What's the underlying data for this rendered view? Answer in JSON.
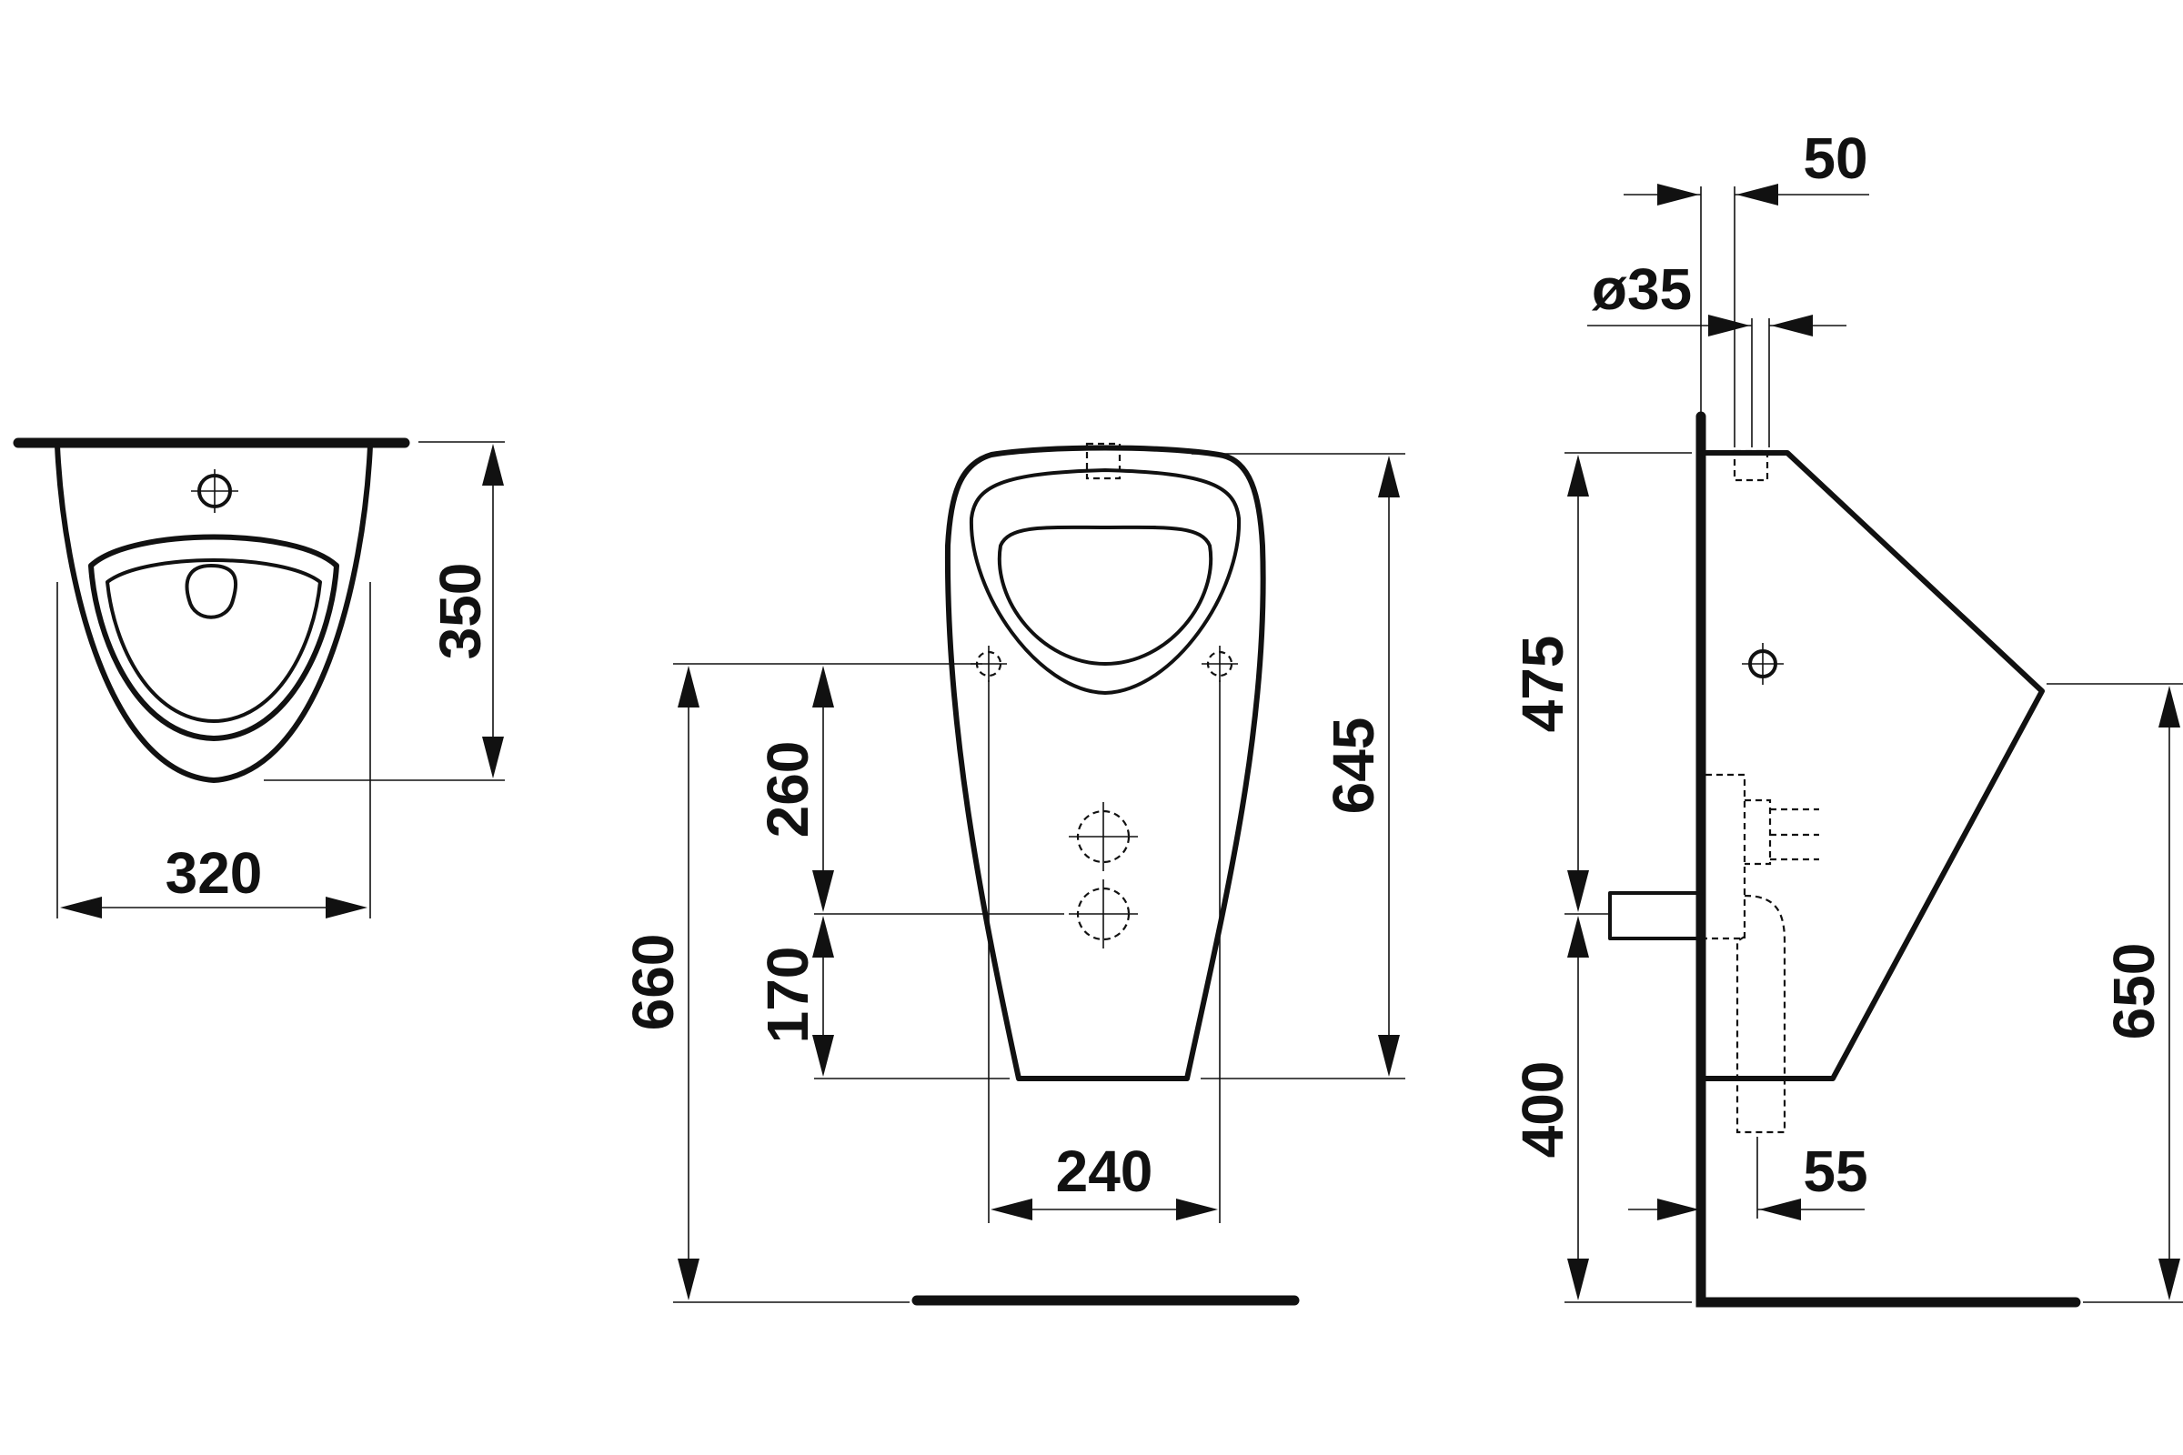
{
  "dimensions": {
    "width_320": "320",
    "height_350": "350",
    "outlet_spacing_240": "240",
    "height_260": "260",
    "height_170": "170",
    "total_660": "660",
    "body_645": "645",
    "offset_50": "50",
    "diameter_35": "ø35",
    "height_475": "475",
    "height_400": "400",
    "height_650": "650",
    "offset_55": "55"
  },
  "colors": {
    "line": "#111111",
    "background": "#ffffff"
  }
}
